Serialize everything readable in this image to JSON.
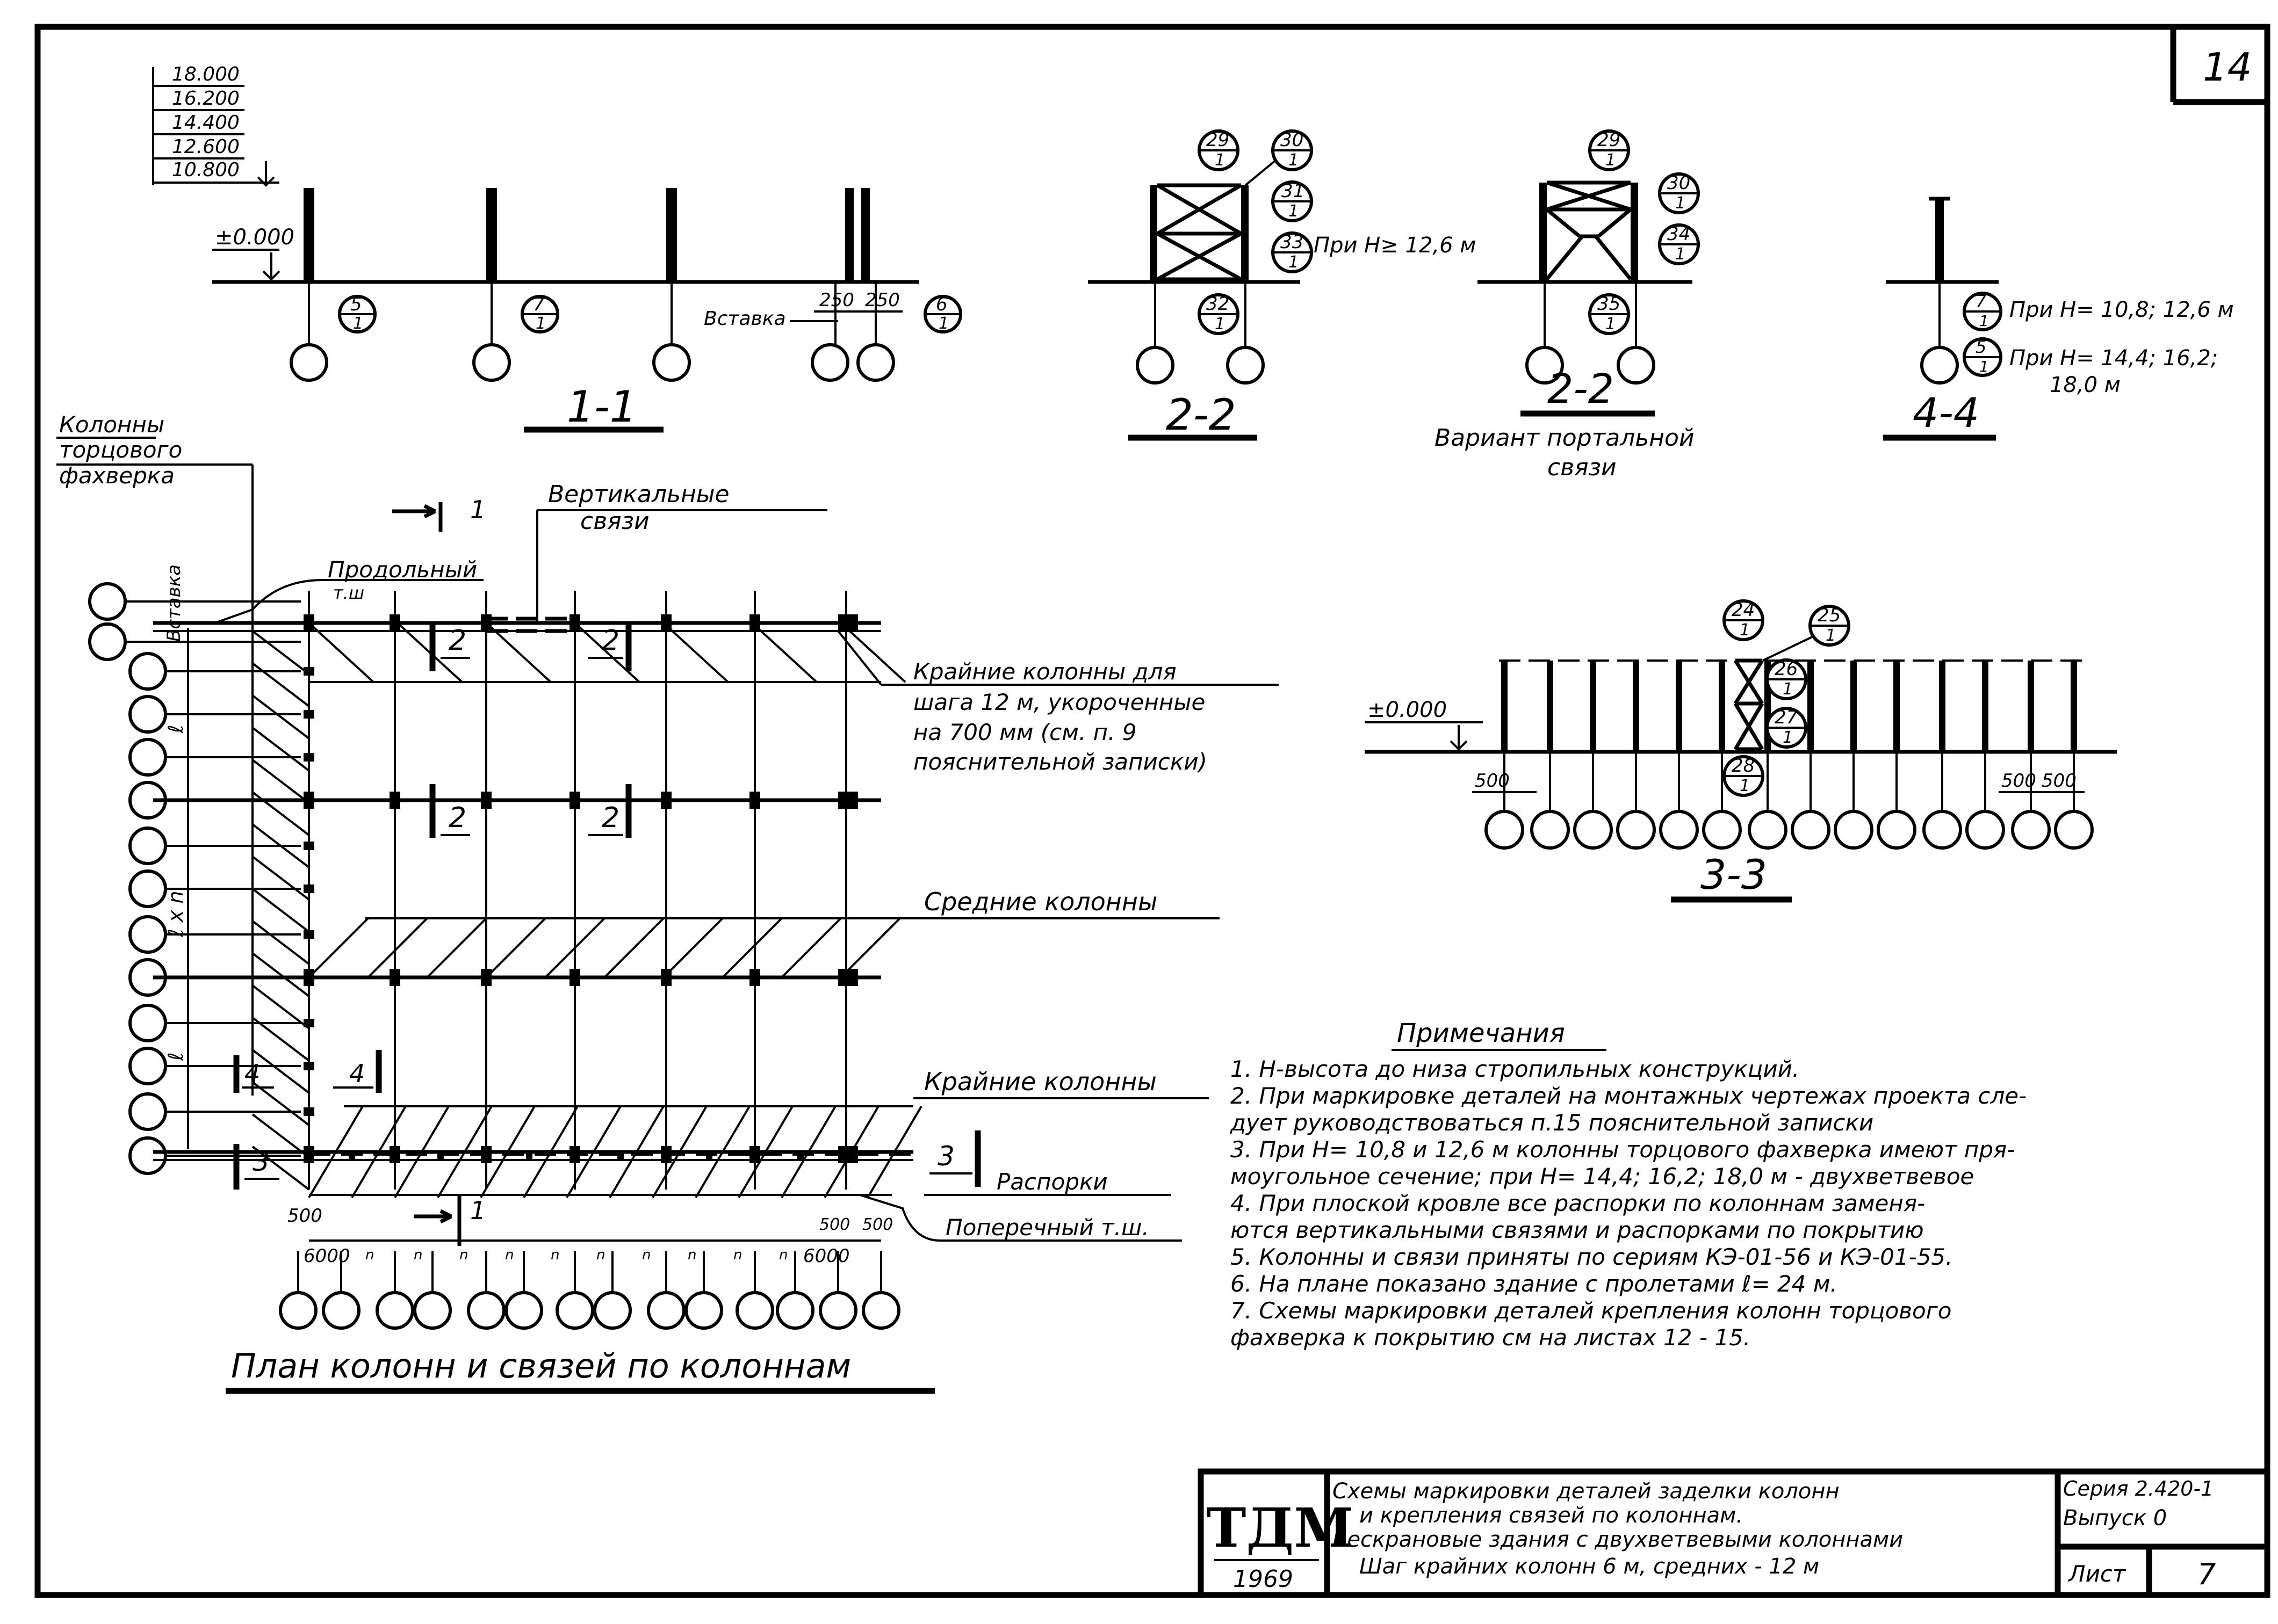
{
  "sheet_number_corner": "14",
  "section_1_1": {
    "elevations": [
      "18.000",
      "16.200",
      "14.400",
      "12.600",
      "10.800"
    ],
    "zero_mark": "±0.000",
    "insert_label": "Вставка",
    "dims": [
      "250",
      "250"
    ],
    "markers": [
      {
        "top": "5",
        "bottom": "1"
      },
      {
        "top": "7",
        "bottom": "1"
      },
      {
        "top": "6",
        "bottom": "1"
      }
    ],
    "title": "1-1"
  },
  "section_2_2_a": {
    "markers": [
      {
        "top": "29",
        "bottom": "1"
      },
      {
        "top": "30",
        "bottom": "1"
      },
      {
        "top": "31",
        "bottom": "1"
      },
      {
        "top": "33",
        "bottom": "1"
      },
      {
        "top": "32",
        "bottom": "1"
      }
    ],
    "note": "При H≥ 12,6 м",
    "title": "2-2"
  },
  "section_2_2_b": {
    "markers": [
      {
        "top": "29",
        "bottom": "1"
      },
      {
        "top": "30",
        "bottom": "1"
      },
      {
        "top": "34",
        "bottom": "1"
      },
      {
        "top": "35",
        "bottom": "1"
      }
    ],
    "title": "2-2",
    "subtitle_line1": "Вариант портальной",
    "subtitle_line2": "связи"
  },
  "section_4_4": {
    "markers": [
      {
        "top": "7",
        "bottom": "1"
      },
      {
        "top": "5",
        "bottom": "1"
      }
    ],
    "note1": "При H= 10,8; 12,6 м",
    "note2_line1": "При H= 14,4; 16,2;",
    "note2_line2": "18,0 м",
    "title": "4-4"
  },
  "section_3_3": {
    "zero_mark": "±0.000",
    "markers": [
      {
        "top": "24",
        "bottom": "1"
      },
      {
        "top": "25",
        "bottom": "1"
      },
      {
        "top": "26",
        "bottom": "1"
      },
      {
        "top": "27",
        "bottom": "1"
      },
      {
        "top": "28",
        "bottom": "1"
      }
    ],
    "dims_left": "500",
    "dims_right": [
      "500",
      "500"
    ],
    "title": "3-3"
  },
  "plan": {
    "labels": {
      "end_wall_columns_l1": "Колонны",
      "end_wall_columns_l2": "торцового",
      "end_wall_columns_l3": "фахверка",
      "vertical_bracing_l1": "Вертикальные",
      "vertical_bracing_l2": "связи",
      "longitudinal_joint": "Продольный",
      "expansion_joint": "т.ш",
      "insert": "Вставка",
      "edge_cols_12m_l1": "Крайние колонны для",
      "edge_cols_12m_l2": "шага 12 м, укороченные",
      "edge_cols_12m_l3": "на 700 мм (см. п. 9",
      "edge_cols_12m_l4": "пояснительной записки)",
      "middle_columns": "Средние колонны",
      "edge_columns": "Крайние колонны",
      "struts": "Распорки",
      "transverse_joint": "Поперечный т.ш.",
      "span_dim_1": "ℓ",
      "span_dim_2": "ℓ x n",
      "span_dim_3": "ℓ"
    },
    "section_marks": {
      "s1": "1",
      "s2": "2",
      "s3": "3",
      "s4": "4"
    },
    "dims": {
      "left_500": "500",
      "left_6000": "6000",
      "mid_n": "n",
      "right_500a": "500",
      "right_500b": "500",
      "right_6000": "6000"
    },
    "title": "План колонн и связей по колоннам"
  },
  "notes": {
    "heading": "Примечания",
    "items": [
      "1. H-высота до низа стропильных конструкций.",
      "2. При маркировке деталей на монтажных чертежах проекта сле-",
      "    дует руководствоваться п.15 пояснительной записки",
      "3. При H= 10,8 и 12,6 м колонны торцового фахверка имеют пря-",
      "    моугольное сечение; при H= 14,4; 16,2; 18,0 м - двухветвевое",
      "4. При плоской кровле все распорки по колоннам заменя-",
      "    ются вертикальными связями и распорками по покрытию",
      "5. Колонны и связи приняты по сериям КЭ-01-56 и КЭ-01-55.",
      "6. На плане показано здание с пролетами ℓ= 24 м.",
      "7. Схемы маркировки деталей крепления колонн торцового",
      "    фахверка к покрытию см на листах 12 - 15."
    ]
  },
  "title_block": {
    "logo": "ТДМ",
    "year": "1969",
    "desc_line1": "Схемы маркировки деталей заделки колонн",
    "desc_line2": "и крепления связей по колоннам.",
    "desc_line3": "Бескрановые здания с двухветвевыми колоннами",
    "desc_line4": "Шаг крайних колонн 6 м, средних - 12 м",
    "series_line1": "Серия 2.420-1",
    "series_line2": "Выпуск 0",
    "sheet_label": "Лист",
    "sheet_number": "7"
  }
}
